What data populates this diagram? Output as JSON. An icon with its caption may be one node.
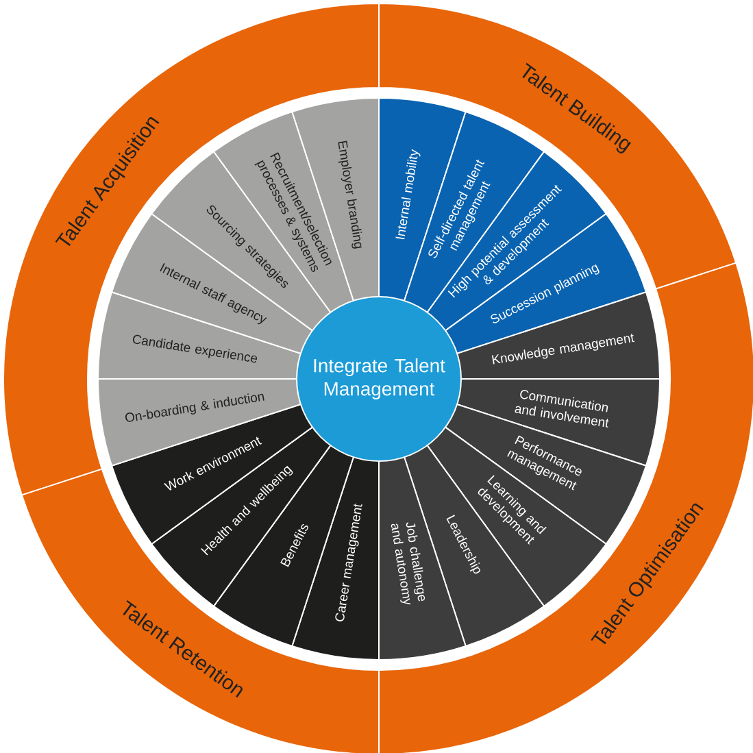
{
  "diagram": {
    "nodes": [
      {
        "text": [
          "Talent Building"
        ]
      },
      {
        "text": [
          "Talent Optimisation"
        ]
      },
      {
        "text": [
          "Talent Retention"
        ]
      },
      {
        "text": [
          "Talent Acquisition"
        ]
      },
      {
        "text": [
          "Internal mobility"
        ]
      },
      {
        "text": [
          "Self-directed talent management"
        ]
      },
      {
        "text": [
          "High potential assessment & development"
        ]
      },
      {
        "text": [
          "Succession planning"
        ]
      },
      {
        "text": [
          "Knowledge management"
        ]
      },
      {
        "text": [
          "Communication and involvement"
        ]
      },
      {
        "text": [
          "Performance management"
        ]
      },
      {
        "text": [
          "Learning and development"
        ]
      },
      {
        "text": [
          "Leadership"
        ]
      },
      {
        "text": [
          "Job challenge and autonomy"
        ]
      },
      {
        "text": [
          "Career management"
        ]
      },
      {
        "text": [
          "Benefits"
        ]
      },
      {
        "text": [
          "Health and wellbeing"
        ]
      },
      {
        "text": [
          "Work environment"
        ]
      },
      {
        "text": [
          "On-boarding & induction"
        ]
      },
      {
        "text": [
          "Candidate experience"
        ]
      },
      {
        "text": [
          "Internal staff agency"
        ]
      },
      {
        "text": [
          "Sourcing strategies"
        ]
      },
      {
        "text": [
          "Recruitment/selection processes & systems"
        ]
      },
      {
        "text": [
          "Employer branding"
        ]
      },
      {
        "text": [
          "Integrate Talent Management"
        ]
      }
    ]
  }
}
